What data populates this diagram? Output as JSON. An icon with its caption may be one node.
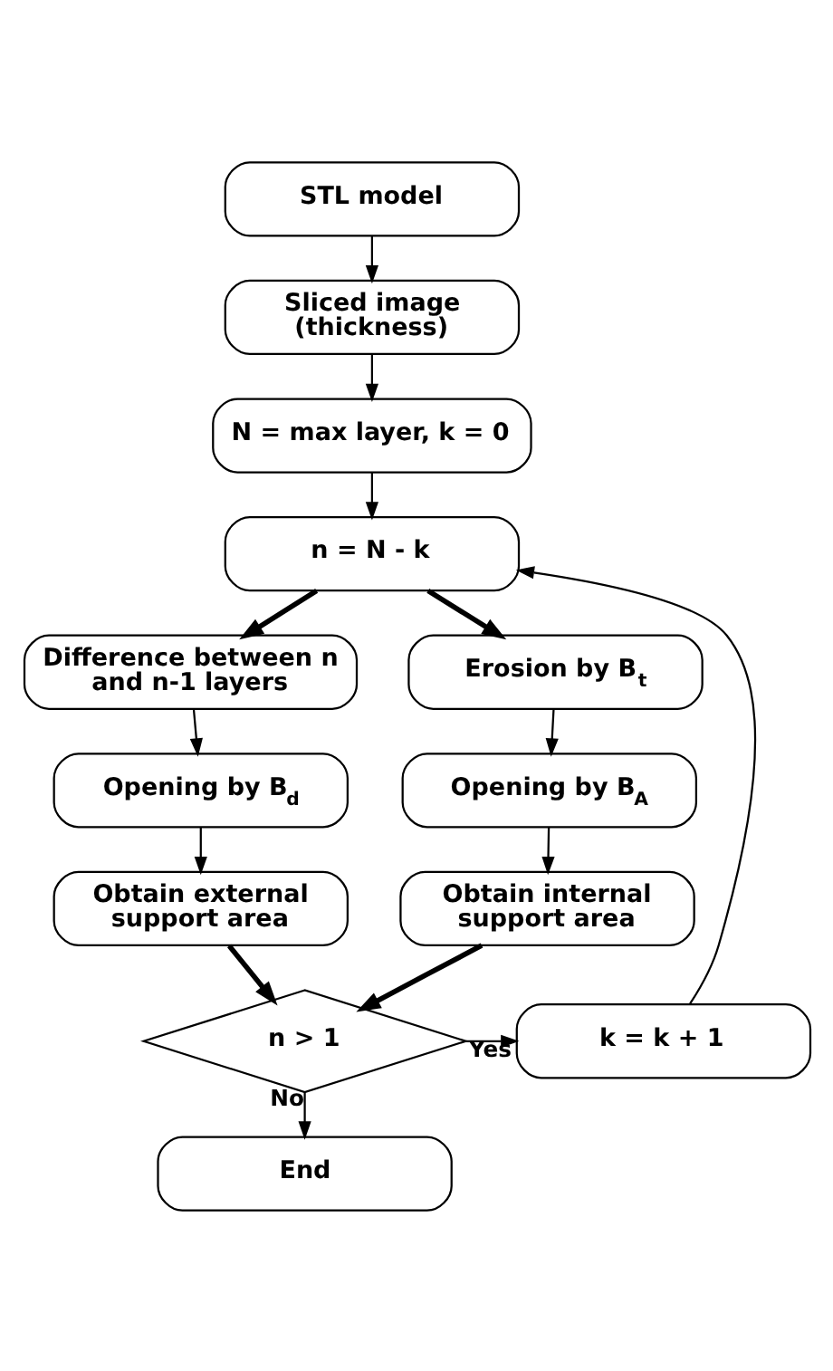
{
  "diagram": {
    "nodes": [
      {
        "text": [
          "STL model"
        ]
      },
      {
        "text": [
          "Sliced image (thickness)"
        ]
      },
      {
        "text": [
          "N = max layer, k = 0"
        ]
      },
      {
        "text": [
          "n = N - k"
        ]
      },
      {
        "text": [
          "Difference between n and n-1 layers"
        ]
      },
      {
        "text": [
          "Erosion by B$_{t}$"
        ]
      },
      {
        "text": [
          "Opening by B$_{d}$"
        ]
      },
      {
        "text": [
          "Opening by B$_{A}$"
        ]
      },
      {
        "text": [
          "Obtain external support area"
        ]
      },
      {
        "text": [
          "Obtain internal support area"
        ]
      },
      {
        "text": [
          "n > 1"
        ]
      },
      {
        "text": [
          "k = k + 1"
        ]
      },
      {
        "text": [
          "End"
        ]
      }
    ],
    "edges": [
      {
        "from": 0,
        "to": 1,
        "arrow": "to"
      },
      {
        "from": 1,
        "to": 2,
        "arrow": "to"
      },
      {
        "from": 2,
        "to": 3,
        "arrow": "to"
      },
      {
        "from": 3,
        "to": 4,
        "arrow": "to",
        "style": "thick"
      },
      {
        "from": 3,
        "to": 5,
        "arrow": "to",
        "style": "thick"
      },
      {
        "from": 4,
        "to": 6,
        "arrow": "to"
      },
      {
        "from": 5,
        "to": 7,
        "arrow": "to"
      },
      {
        "from": 6,
        "to": 8,
        "arrow": "to"
      },
      {
        "from": 7,
        "to": 9,
        "arrow": "to"
      },
      {
        "from": 8,
        "to": 10,
        "arrow": "to",
        "style": "thick"
      },
      {
        "from": 9,
        "to": 10,
        "arrow": "to",
        "style": "thick"
      },
      {
        "from": 10,
        "to": 11,
        "arrow": "to",
        "label": "Yes"
      },
      {
        "from": 11,
        "to": 3,
        "arrow": "to"
      },
      {
        "from": 10,
        "to": 12,
        "arrow": "to",
        "label": "No"
      }
    ]
  }
}
